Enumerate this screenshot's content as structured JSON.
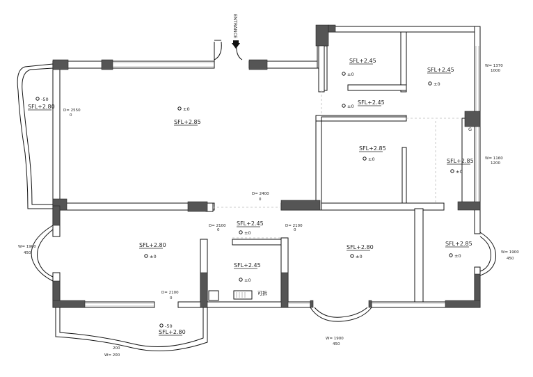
{
  "entrance": "ENTRANCE",
  "levels": {
    "l1": "SFL+2.80",
    "l2": "SFL+2.45",
    "l3": "SFL+2.45",
    "l4": "SFL+2.45",
    "l5": "SFL+2.85",
    "l6": "SFL+2.85",
    "l7": "SFL+2.85",
    "l8": "SFL+2.45",
    "l9": "SFL+2.80",
    "l10": "SFL+2.80",
    "l11": "SFL+2.45",
    "l12": "SFL+2.85",
    "l13": "SFL+2.80"
  },
  "marks": {
    "m1": "-50",
    "m2": "±0",
    "m3": "±0",
    "m4": "±0",
    "m5": "±0",
    "m6": "±0",
    "m7": "±0",
    "m8": "±0",
    "m9": "±0",
    "m10": "±0",
    "m11": "±0",
    "m12": "±0",
    "m13": "-50"
  },
  "openings": {
    "w1_a": "W= 1370",
    "w1_b": "1000",
    "d1_a": "D= 2550",
    "d1_b": "0",
    "w2_a": "W= 1160",
    "w2_b": "1200",
    "d2_a": "D= 2400",
    "d2_b": "0",
    "d3_a": "D= 2100",
    "d3_b": "0",
    "d4_a": "D= 2100",
    "d4_b": "0",
    "w3_a": "W= 1900",
    "w3_b": "450",
    "w4_a": "W= 1900",
    "w4_b": "450",
    "d5_a": "D= 2100",
    "d5_b": "0",
    "w5_a": "W= 1900",
    "w5_b": "450",
    "w6_a": "200",
    "w6_b": "W= 200"
  },
  "removable": "可拆",
  "col_label": "G"
}
